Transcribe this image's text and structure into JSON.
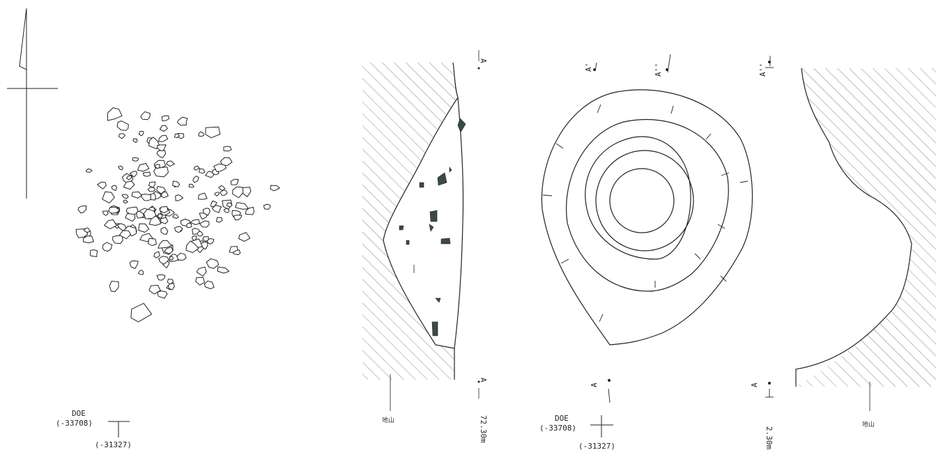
{
  "labels": {
    "grid_east": "DOE",
    "grid_y": "(-33708)",
    "grid_x": "(-31327)",
    "elevation": "72.30m",
    "elevation_partial": "2.30m",
    "jiyama": "地山",
    "sec_a": "A",
    "sec_a1": "A'",
    "sec_a2": "A''"
  },
  "colors": {
    "line": "#222222",
    "hatch": "#555555",
    "fill_dark": "#3a4a44"
  }
}
